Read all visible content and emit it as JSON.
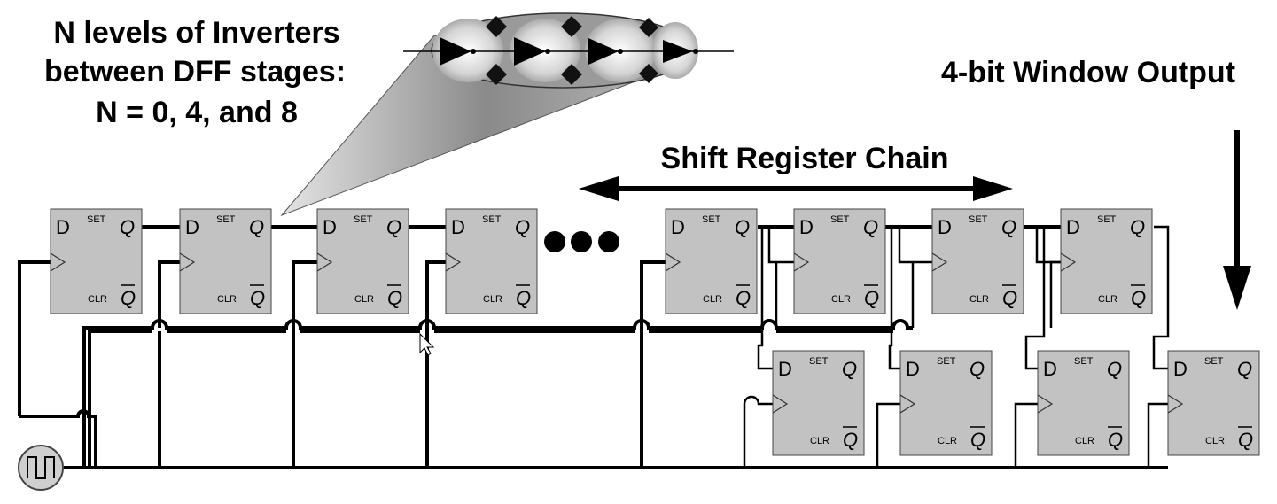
{
  "title_inverters": [
    "N levels of Inverters",
    "between DFF stages:",
    "N = 0, 4, and 8"
  ],
  "title_output": "4-bit Window Output",
  "title_chain": "Shift Register Chain",
  "dff_labels": {
    "d": "D",
    "set": "SET",
    "q": "Q",
    "clr": "CLR",
    "qbar": "Q"
  },
  "ellipsis": "●●●",
  "colors": {
    "dff_fill": "#c2c2c2",
    "wire": "#000000",
    "background": "#ffffff"
  },
  "icons": [
    "clock-source-icon",
    "inverter-buffer-icon",
    "double-arrow-icon",
    "down-arrow-icon",
    "mouse-cursor-icon"
  ]
}
